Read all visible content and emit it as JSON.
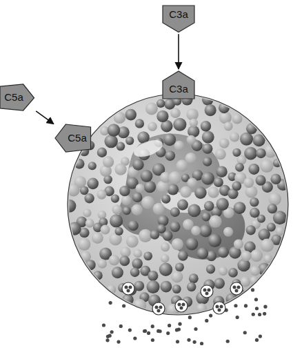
{
  "diagram": {
    "nodes": [
      {
        "text": [
          "C3a"
        ]
      },
      {
        "text": [
          "C3a"
        ]
      },
      {
        "text": [
          "C5a"
        ]
      },
      {
        "text": [
          "C5a"
        ]
      }
    ],
    "edges": [
      {
        "from": 0,
        "to": 1,
        "arrow": "to"
      },
      {
        "from": 2,
        "to": 3,
        "arrow": "to"
      }
    ]
  }
}
